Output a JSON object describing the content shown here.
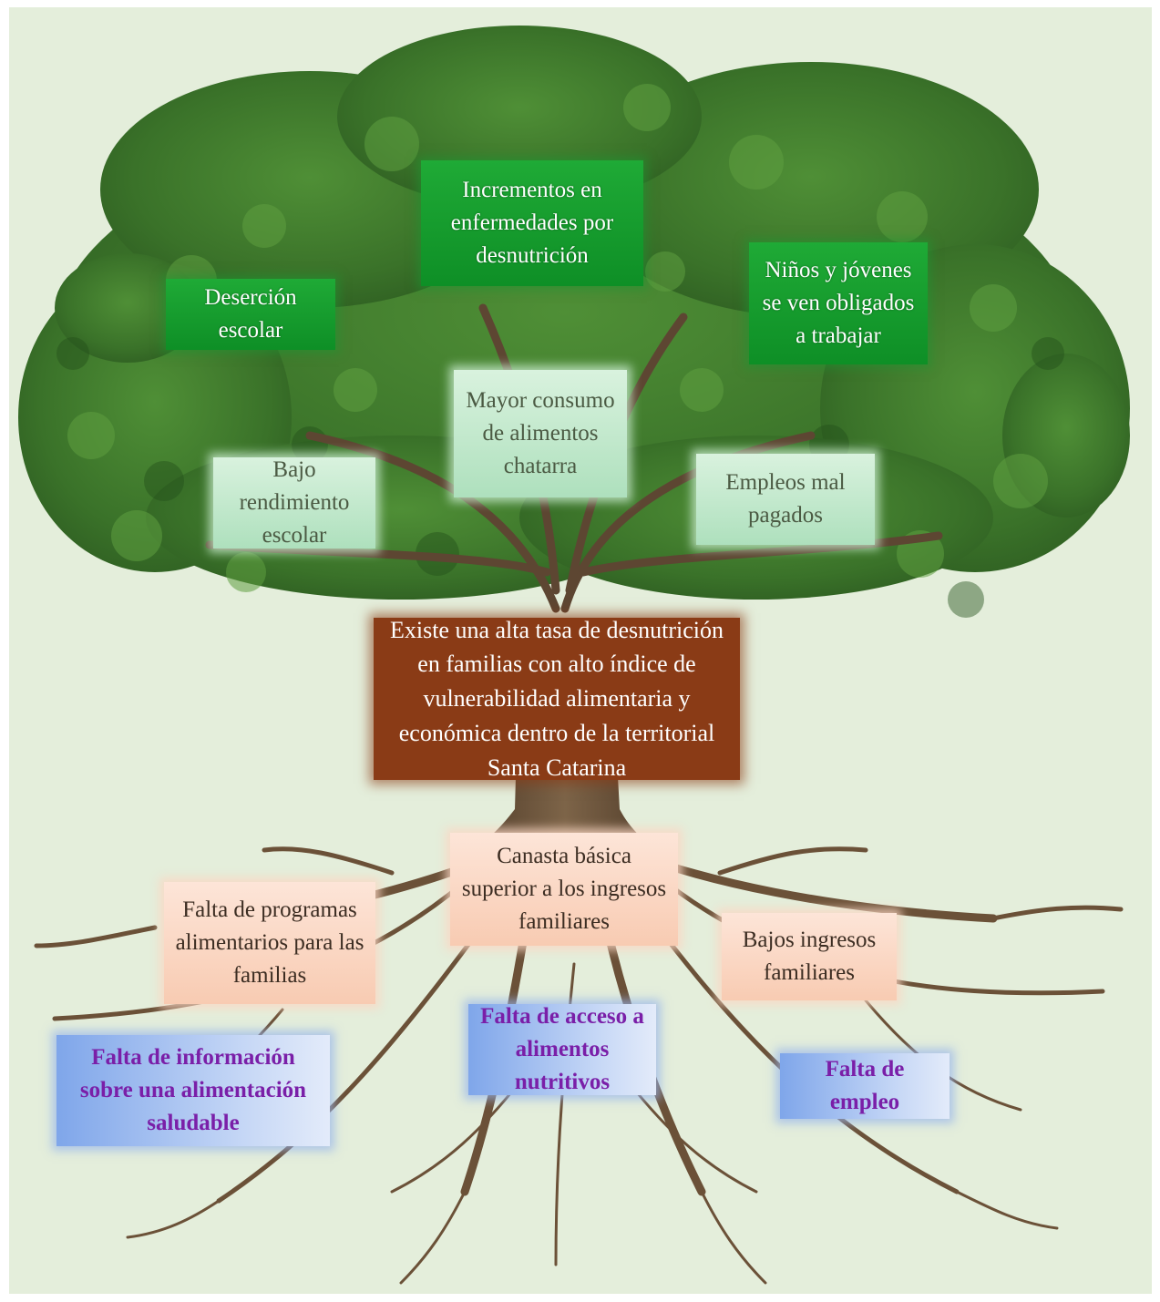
{
  "colors": {
    "background": "#e4eedb",
    "effects_box": "#119a2c",
    "secondary_effects_box": "#c4ead0",
    "central_problem_box": "#8a3b16",
    "causes_box": "#fbd8c4",
    "root_causes_box": "#a9c2f0",
    "root_causes_text": "#7a1fa8",
    "foliage": "#3f7a2e",
    "trunk_and_roots": "#6b5138"
  },
  "effects": {
    "desercion": "Deserción escolar",
    "enfermedades": "Incrementos en enfermedades por desnutrición",
    "trabajo_infantil": "Niños y jóvenes se ven obligados a trabajar"
  },
  "secondary_effects": {
    "rendimiento": "Bajo rendimiento escolar",
    "consumo": "Mayor consumo de alimentos chatarra",
    "empleos": "Empleos mal pagados"
  },
  "central_problem": "Existe una alta tasa de desnutrición en familias con alto índice de vulnerabilidad alimentaria y económica dentro de la territorial Santa Catarina",
  "causes": {
    "programas": "Falta de programas alimentarios para las familias",
    "canasta": "Canasta básica superior a los ingresos familiares",
    "ingresos": "Bajos ingresos familiares"
  },
  "root_causes": {
    "informacion": "Falta de información sobre una alimentación saludable",
    "acceso": "Falta de acceso a alimentos nutritivos",
    "empleo": "Falta de empleo"
  }
}
